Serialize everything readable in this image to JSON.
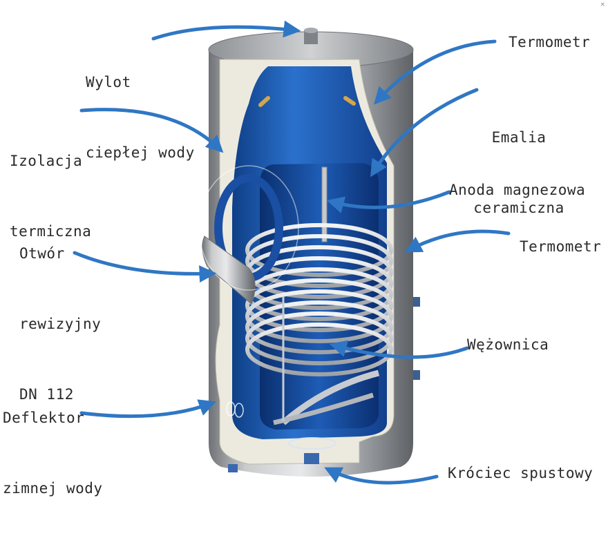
{
  "labels": {
    "hot_water_outlet": {
      "line1": "Wylot",
      "line2": "ciepłej wody"
    },
    "thermal_insulation": {
      "line1": "Izolacja",
      "line2": "termiczna"
    },
    "inspection_opening": {
      "line1": "Otwór",
      "line2": "rewizyjny",
      "line3": "DN 112"
    },
    "cold_water_deflector": {
      "line1": "Deflektor",
      "line2": "zimnej wody"
    },
    "thermometer_top": "Termometr",
    "ceramic_enamel": {
      "line1": "Emalia",
      "line2": "ceramiczna"
    },
    "magnesium_anode": "Anoda magnezowa",
    "thermometer_side": "Termometr",
    "coil": "Wężownica",
    "drain_connector": "Króciec spustowy"
  },
  "close_glyph": "×",
  "colors": {
    "arrow": "#2f77c4",
    "steel": "#a9abae",
    "insulation": "#eceadf",
    "enamel_blue": "#1c5fb8",
    "coil": "#c8cbd0"
  }
}
